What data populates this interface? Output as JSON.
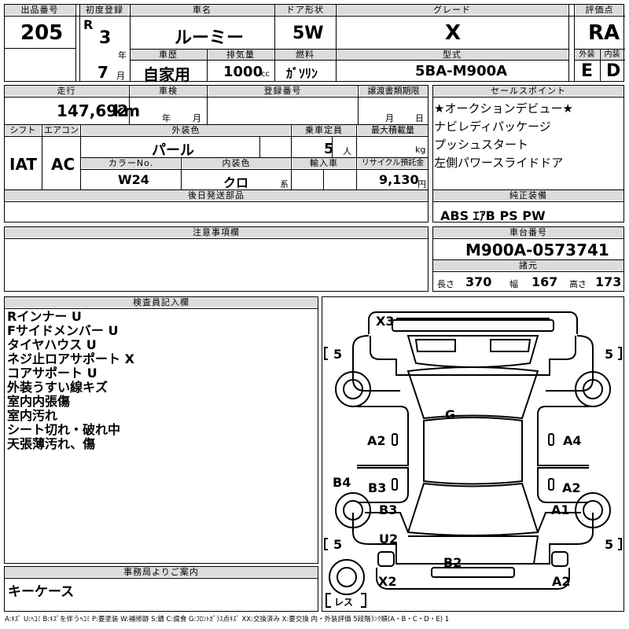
{
  "headers": {
    "lot_no": "出品番号",
    "first_reg": "初度登録",
    "car_name": "車名",
    "door": "ドア形状",
    "grade": "グレード",
    "score": "評価点",
    "history": "車歴",
    "displacement": "排気量",
    "fuel": "燃料",
    "model": "型式",
    "exterior": "外装",
    "interior": "内装",
    "mileage": "走行",
    "inspection": "車検",
    "reg_no": "登録番号",
    "transfer_docs": "譲渡書類期限",
    "sales_points": "セールスポイント",
    "shift": "シフト",
    "aircon": "エアコン",
    "ext_color": "外装色",
    "capacity": "乗車定員",
    "max_load": "最大積載量",
    "color_no": "カラーNo.",
    "int_color": "内装色",
    "import": "輸入車",
    "recycle": "リサイクル預託金",
    "later_parts": "後日発送部品",
    "genuine_equip": "純正装備",
    "notes": "注意事項欄",
    "chassis_no": "車台番号",
    "dimensions": "諸元",
    "inspector": "検査員記入欄",
    "office": "事務局よりご案内"
  },
  "lot_no": "205",
  "first_reg": {
    "era": "R",
    "year": "3",
    "year_unit": "年",
    "month": "7",
    "month_unit": "月"
  },
  "car_name": "ルーミー",
  "door": "5W",
  "grade": "X",
  "score": "RA",
  "history": "自家用",
  "displacement": "1000",
  "displacement_unit": "cc",
  "fuel": "ｶﾞｿﾘﾝ",
  "model": "5BA-M900A",
  "exterior_grade": "E",
  "interior_grade": "D",
  "mileage": "147,692",
  "mileage_unit": "km",
  "inspection_year_unit": "年",
  "inspection_month_unit": "月",
  "transfer_month_unit": "月",
  "transfer_day_unit": "日",
  "sales_points": [
    "★オークションデビュー★",
    "ナビレディパッケージ",
    "プッシュスタート",
    "左側パワースライドドア"
  ],
  "shift": "IAT",
  "aircon": "AC",
  "ext_color": "パール",
  "capacity": "5",
  "capacity_unit": "人",
  "max_load_unit": "kg",
  "color_no": "W24",
  "int_color": "クロ",
  "int_color_unit": "系",
  "recycle": "9,130",
  "recycle_unit": "円",
  "genuine_equip": "ABS ｴｱB PS PW",
  "chassis_no": "M900A-0573741",
  "dimensions": {
    "length_label": "長さ",
    "length": "370",
    "width_label": "幅",
    "width": "167",
    "height_label": "高さ",
    "height": "173"
  },
  "inspector_notes": [
    "Rインナー U",
    "Fサイドメンバー U",
    "タイヤハウス U",
    "ネジ止ロアサポート X",
    "コアサポート U",
    "外装うすい線キズ",
    "室内内張傷",
    "室内汚れ",
    "シート切れ・破れ中",
    "天張薄汚れ、傷"
  ],
  "office_note": "キーケース",
  "diagram": {
    "x3": "X3",
    "g": "G",
    "a2_left": "A2",
    "a4": "A4",
    "b4": "B4",
    "b3_top": "B3",
    "a2_right": "A2",
    "b3_bottom": "B3",
    "a1": "A1",
    "u2": "U2",
    "b2": "B2",
    "x2_left": "X2",
    "a2_bottom": "A2",
    "tire_lf": "5",
    "tire_rf": "5",
    "tire_lr": "5",
    "tire_rr": "5",
    "spare": "レス"
  },
  "legend": "A:ｷｽﾞ U:ﾍｺﾐ B:ｷｽﾞを伴うﾍｺﾐ P:要塗装 W:補修跡 S:錆 C:腐食 G:ﾌﾛﾝﾄｶﾞﾗｽ点ｷｽﾞ XX:交換済み X:要交換 内・外装評価 5段階ﾗﾝｸ順(A・B・C・D・E) 1"
}
